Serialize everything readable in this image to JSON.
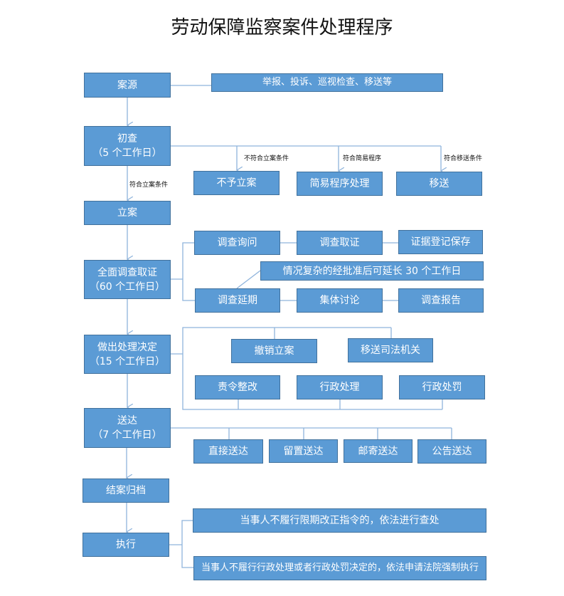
{
  "title": "劳动保障监察案件处理程序",
  "main": [
    {
      "label": "案源"
    },
    {
      "label": "初查",
      "sub": "（5 个工作日）"
    },
    {
      "label": "立案"
    },
    {
      "label": "全面调查取证",
      "sub": "（60 个工作日）"
    },
    {
      "label": "做出处理决定",
      "sub": "（15 个工作日）"
    },
    {
      "label": "送达",
      "sub": "（7 个工作日）"
    },
    {
      "label": "结案归档"
    },
    {
      "label": "执行"
    }
  ],
  "source": "举报、投诉、巡视检查、移送等",
  "initial_branches": [
    {
      "condition": "不符合立案条件",
      "label": "不予立案"
    },
    {
      "condition": "符合简易程序",
      "label": "简易程序处理"
    },
    {
      "condition": "符合移送条件",
      "label": "移送"
    }
  ],
  "filing_condition": "符合立案条件",
  "investigation": {
    "row1": [
      "调查询问",
      "调查取证",
      "证据登记保存"
    ],
    "extension_note": "情况复杂的经批准后可延长 30 个工作日",
    "row2": [
      "调查延期",
      "集体讨论",
      "调查报告"
    ]
  },
  "decisions": {
    "row1": [
      "撤销立案",
      "移送司法机关"
    ],
    "row2": [
      "责令整改",
      "行政处理",
      "行政处罚"
    ]
  },
  "delivery": [
    "直接送达",
    "留置送达",
    "邮寄送达",
    "公告送达"
  ],
  "execution": [
    "当事人不履行限期改正指令的，依法进行查处",
    "当事人不履行行政处理或者行政处罚决定的，依法申请法院强制执行"
  ],
  "colors": {
    "box": "#5b9bd5",
    "border": "#41719c",
    "line": "#8fb4dc"
  }
}
